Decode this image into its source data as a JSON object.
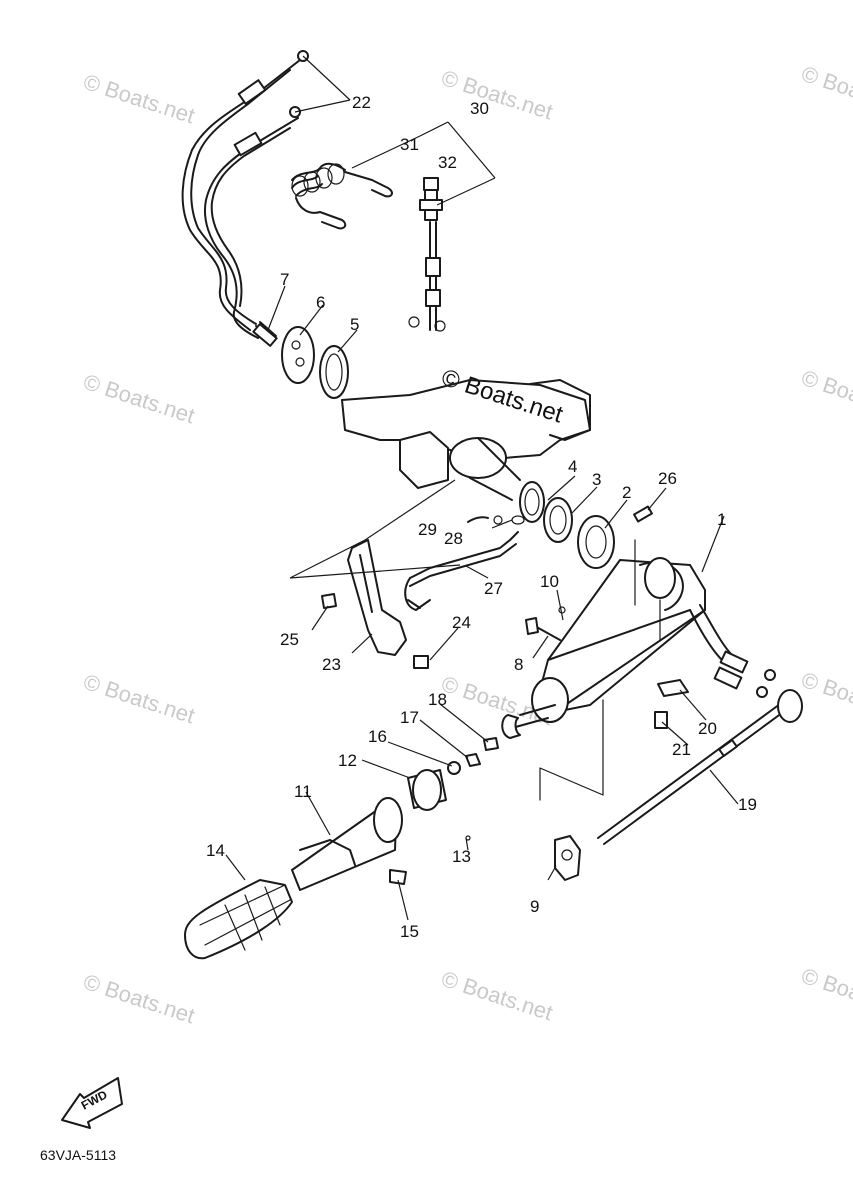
{
  "watermark": "© Boats.net",
  "diagram_code": "63VJA-5113",
  "fwd_label": "FWD",
  "callouts": [
    "1",
    "2",
    "3",
    "4",
    "5",
    "6",
    "7",
    "8",
    "9",
    "10",
    "11",
    "12",
    "13",
    "14",
    "15",
    "16",
    "17",
    "18",
    "19",
    "20",
    "21",
    "22",
    "23",
    "24",
    "25",
    "26",
    "27",
    "28",
    "29",
    "30",
    "31",
    "32"
  ],
  "colors": {
    "line": "#1a1a1a",
    "watermark": "#c9c9c9",
    "background": "#ffffff"
  }
}
